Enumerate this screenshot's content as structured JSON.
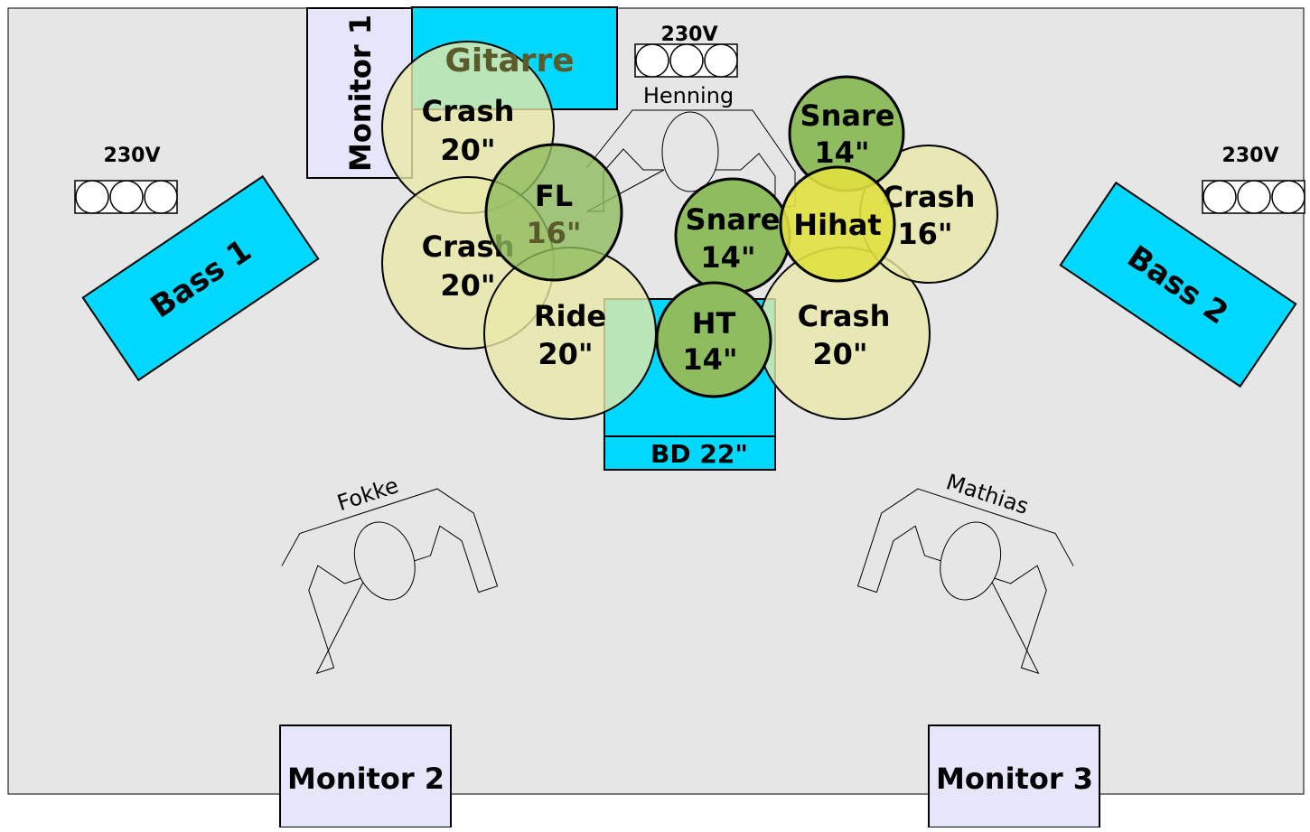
{
  "colors": {
    "stage": "#e6e6e6",
    "amp": "#00d8ff",
    "monitor": "#e6e6fa",
    "cymbal": "#e8e8a8",
    "drum": "#8fbc5e",
    "hihat": "#e0e040",
    "outline": "#000000",
    "guitar_text": "#5a5a2a"
  },
  "monitors": {
    "m1": "Monitor 1",
    "m2": "Monitor 2",
    "m3": "Monitor 3"
  },
  "amps": {
    "guitar": "Gitarre",
    "bass1": "Bass 1",
    "bass2": "Bass 2",
    "bd": "BD 22\""
  },
  "power": {
    "left": "230V",
    "center": "230V",
    "right": "230V"
  },
  "people": {
    "drummer": "Henning",
    "left": "Fokke",
    "right": "Mathias"
  },
  "cymbals": {
    "crash_top_left": [
      "Crash",
      "20\""
    ],
    "crash_mid_left": [
      "Crash",
      "20\""
    ],
    "ride": [
      "Ride",
      "20\""
    ],
    "crash_right": [
      "Crash",
      "16\""
    ],
    "crash_bottom_right": [
      "Crash",
      "20\""
    ],
    "hihat": [
      "Hihat"
    ]
  },
  "drums": {
    "fl": [
      "FL",
      "16\""
    ],
    "snare_center": [
      "Snare",
      "14\""
    ],
    "snare_right": [
      "Snare",
      "14\""
    ],
    "ht": [
      "HT",
      "14\""
    ]
  }
}
